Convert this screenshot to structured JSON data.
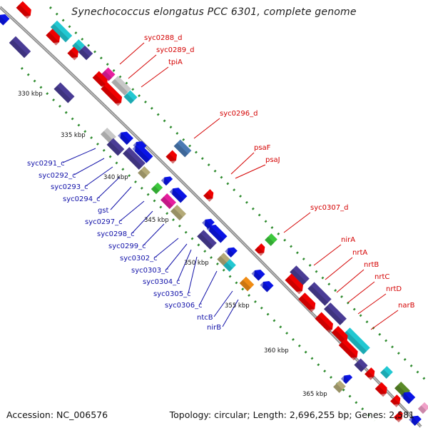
{
  "header": {
    "title": "Synechococcus elongatus PCC 6301, complete genome"
  },
  "footer": {
    "accession": "Accession: NC_006576",
    "topology": "Topology: circular; Length: 2,696,255 bp; Genes: 2,581"
  },
  "ruler": {
    "ticks": [
      "330 kbp",
      "335 kbp",
      "340 kbp",
      "345 kbp",
      "350 kbp",
      "355 kbp",
      "360 kbp",
      "365 kbp"
    ]
  },
  "labels": {
    "forward": [
      "syc0288_d",
      "syc0289_d",
      "tpiA",
      "syc0296_d",
      "psaF",
      "psaJ",
      "syc0307_d",
      "nirA",
      "nrtA",
      "nrtB",
      "nrtC",
      "nrtD",
      "narB"
    ],
    "reverse": [
      "syc0291_c",
      "syc0292_c",
      "syc0293_c",
      "syc0294_c",
      "gst",
      "syc0297_c",
      "syc0298_c",
      "syc0299_c",
      "syc0302_c",
      "syc0303_c",
      "syc0304_c",
      "syc0305_c",
      "syc0306_c",
      "ntcB",
      "nirB"
    ]
  },
  "colors": {
    "backbone": "#8a8a8a",
    "forward_label": "#d40000",
    "reverse_label": "#1010a8",
    "tick_dots": "#2e8b2e",
    "gene_red": "#f00000",
    "gene_blue": "#0a14e6",
    "gene_navy": "#4a3c96",
    "gene_cyan": "#22c8d2",
    "gene_magenta": "#e61e9e",
    "gene_grey": "#c8c8c8",
    "gene_khaki": "#b4aa78",
    "gene_green": "#3cc83c",
    "gene_orange": "#f08c14",
    "gene_steel": "#4a7ab4",
    "gene_olive": "#5a8a28",
    "gene_pink": "#f0a0c8"
  }
}
